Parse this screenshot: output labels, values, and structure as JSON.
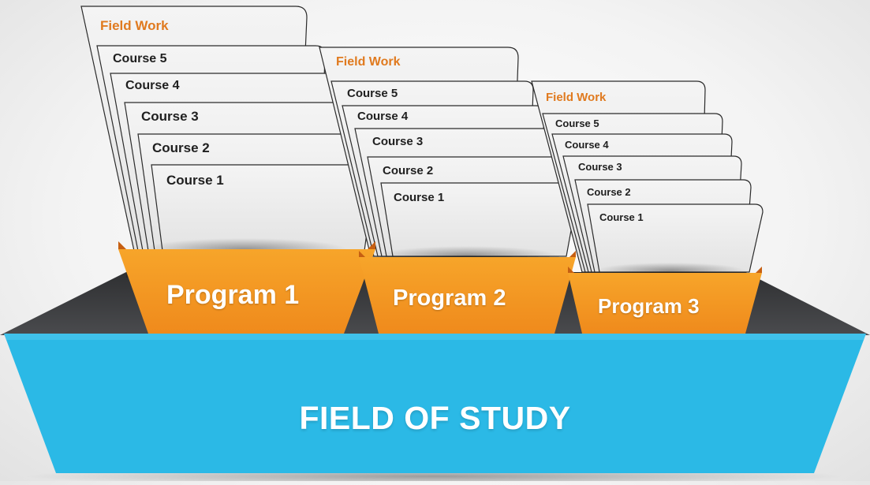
{
  "programs": [
    {
      "name": "Program 1",
      "field_work": "Field Work",
      "courses": [
        "Course 5",
        "Course 4",
        "Course 3",
        "Course 2",
        "Course 1"
      ]
    },
    {
      "name": "Program 2",
      "field_work": "Field Work",
      "courses": [
        "Course 5",
        "Course 4",
        "Course 3",
        "Course 2",
        "Course 1"
      ]
    },
    {
      "name": "Program 3",
      "field_work": "Field Work",
      "courses": [
        "Course 5",
        "Course 4",
        "Course 3",
        "Course 2",
        "Course 1"
      ]
    }
  ],
  "field": {
    "title": "FIELD OF STUDY"
  },
  "colors": {
    "orange": "#f39a22",
    "orange_dark": "#e67a17",
    "blue": "#2bb9e6",
    "dark": "#3d3e40",
    "card": "#ebebeb",
    "field_work_text": "#e07a1f"
  }
}
